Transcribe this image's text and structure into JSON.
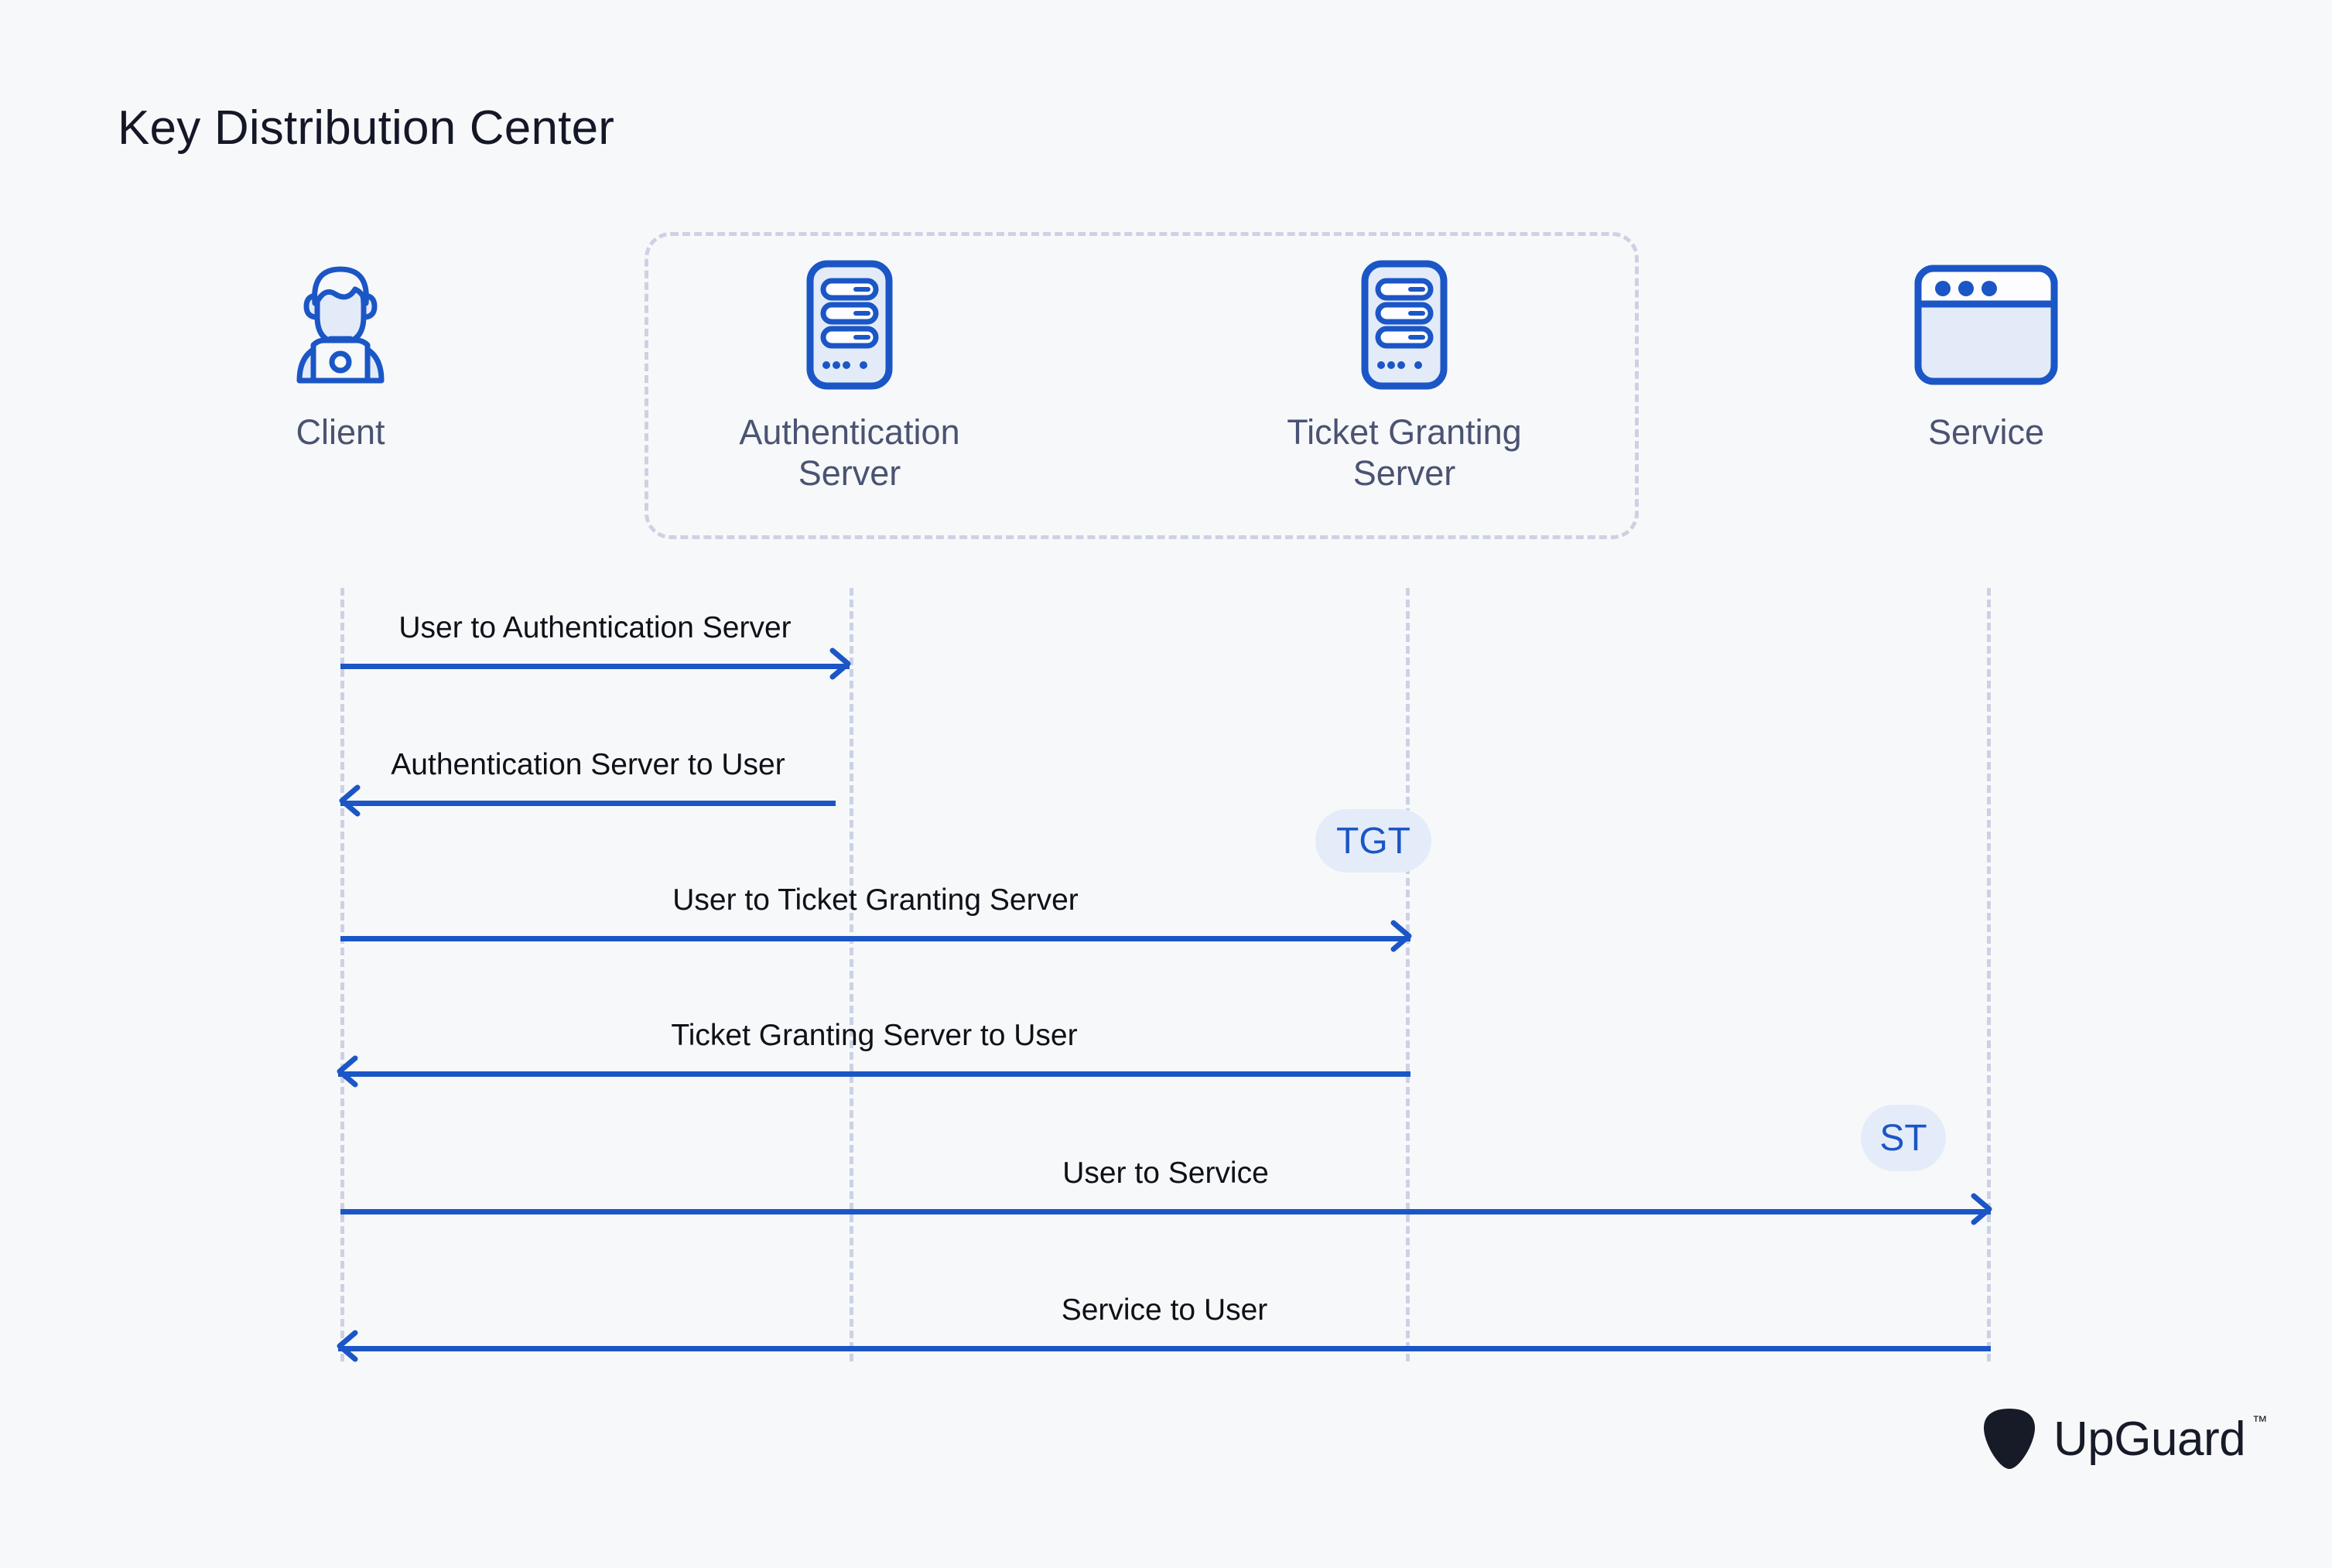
{
  "title": "Key Distribution Center",
  "background_color": "#f7f8fa",
  "accent_color": "#1b56c6",
  "label_color": "#4b5372",
  "dashed_color": "#ccd2e4",
  "badge_bg_color": "#e5ecf9",
  "kdc_group": {
    "label": "",
    "members": [
      "Authentication Server",
      "Ticket Granting Server"
    ]
  },
  "actors": [
    {
      "id": "client",
      "label": "Client",
      "icon": "user-avatar-icon"
    },
    {
      "id": "auth",
      "label": "Authentication\nServer",
      "label_line1": "Authentication",
      "label_line2": "Server",
      "icon": "server-icon"
    },
    {
      "id": "tgs",
      "label": "Ticket Granting\nServer",
      "label_line1": "Ticket Granting",
      "label_line2": "Server",
      "icon": "server-icon"
    },
    {
      "id": "service",
      "label": "Service",
      "icon": "browser-window-icon"
    }
  ],
  "messages": [
    {
      "index": 1,
      "label": "User to Authentication Server",
      "from": "client",
      "to": "auth",
      "direction": "right"
    },
    {
      "index": 2,
      "label": "Authentication Server to User",
      "from": "auth",
      "to": "client",
      "direction": "left"
    },
    {
      "index": 3,
      "label": "User to Ticket Granting Server",
      "from": "client",
      "to": "tgs",
      "direction": "right"
    },
    {
      "index": 4,
      "label": "Ticket Granting Server to User",
      "from": "tgs",
      "to": "client",
      "direction": "left"
    },
    {
      "index": 5,
      "label": "User to Service",
      "from": "client",
      "to": "service",
      "direction": "right"
    },
    {
      "index": 6,
      "label": "Service to User",
      "from": "service",
      "to": "client",
      "direction": "left"
    }
  ],
  "badges": [
    {
      "id": "tgt",
      "label": "TGT",
      "near": "tgs"
    },
    {
      "id": "st",
      "label": "ST",
      "near": "service"
    }
  ],
  "logo": {
    "name": "UpGuard",
    "trademark": "™",
    "mark": "upguard-shield-icon"
  }
}
